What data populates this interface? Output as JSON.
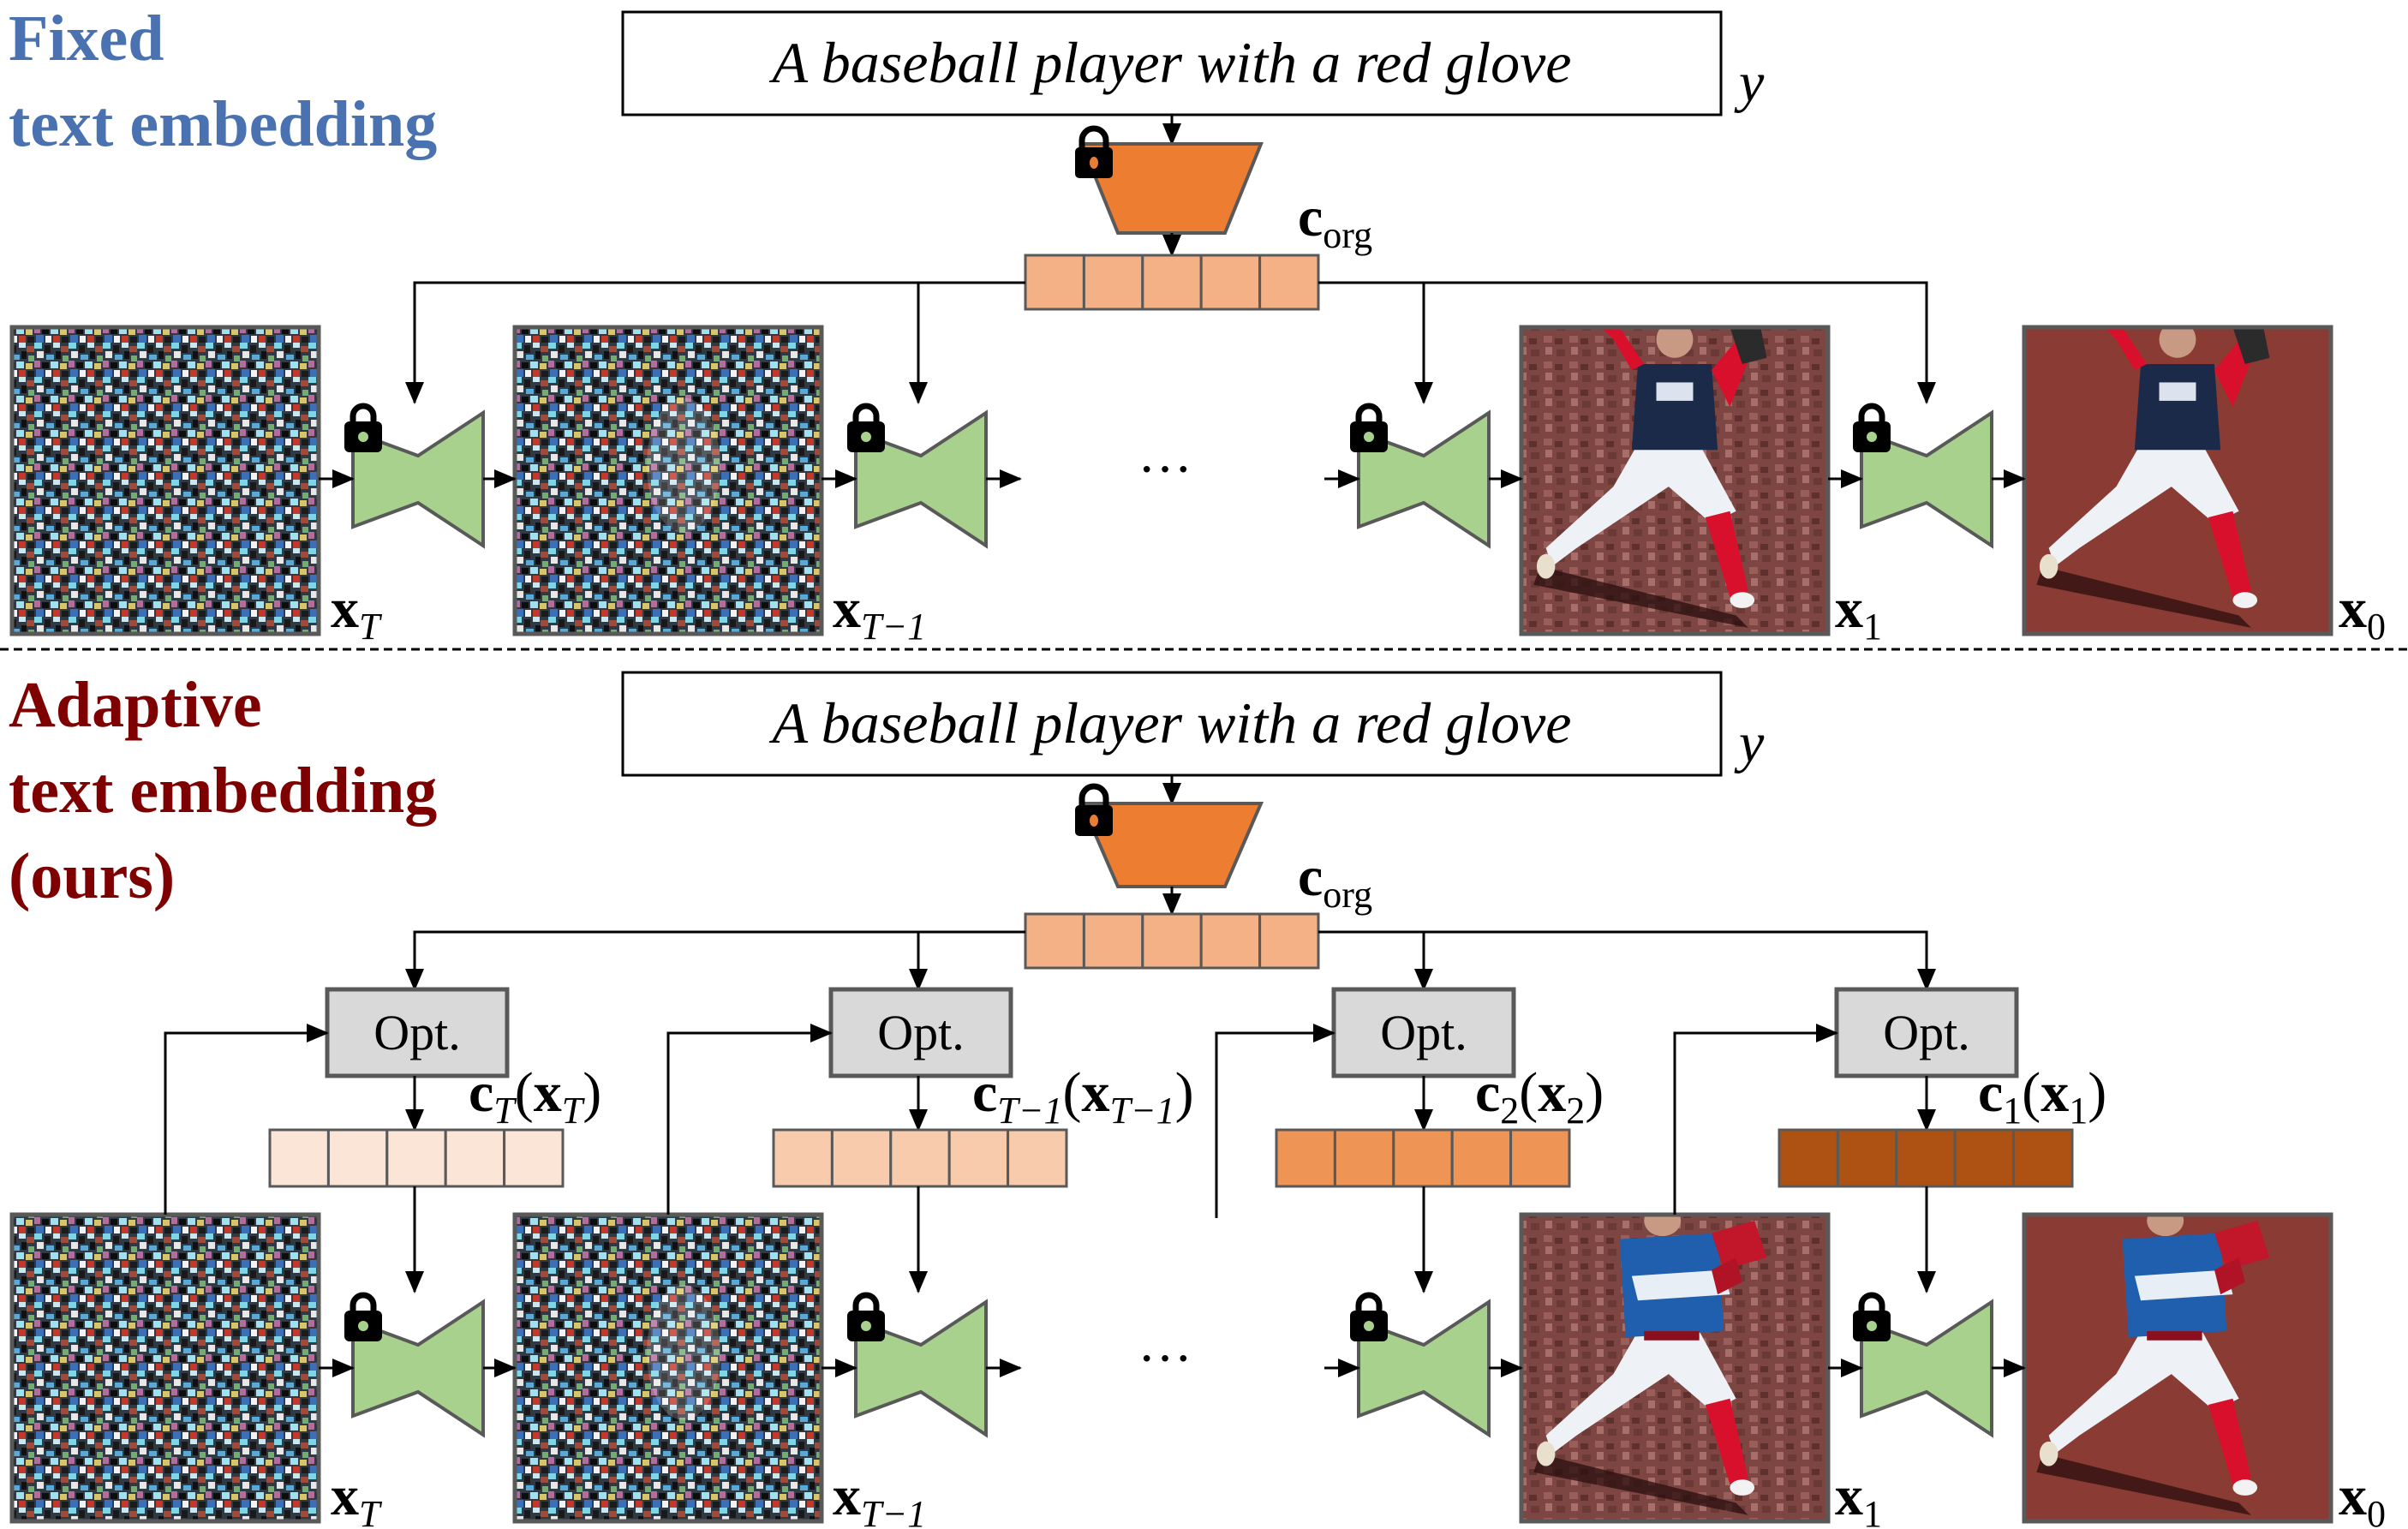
{
  "sections": {
    "fixed": {
      "title_line1": "Fixed",
      "title_line2": "text embedding",
      "color": "#4a72b0"
    },
    "adaptive": {
      "title_line1": "Adaptive",
      "title_line2": "text embedding",
      "title_line3": "(ours)",
      "color": "#7f0000"
    }
  },
  "prompt": {
    "text": "A baseball player with a red glove",
    "symbol": "y"
  },
  "embedding": {
    "symbol_main": "c",
    "symbol_sub": "org",
    "cells": 5,
    "color": "#f3b185"
  },
  "encoder": {
    "color": "#ed7d31",
    "locked": true
  },
  "unet": {
    "color": "#a9d18e",
    "locked": true
  },
  "opt": {
    "label": "Opt.",
    "color": "#d9d9d9"
  },
  "ellipsis": "···",
  "states": [
    {
      "main": "x",
      "sub": "T"
    },
    {
      "main": "x",
      "sub": "T−1"
    },
    {
      "main": "x",
      "sub": "1"
    },
    {
      "main": "x",
      "sub": "0"
    }
  ],
  "adaptive_embeddings": [
    {
      "c_sub": "T",
      "x_sub": "T",
      "color": "#fbe5d6"
    },
    {
      "c_sub": "T−1",
      "x_sub": "T−1",
      "color": "#f8cbad"
    },
    {
      "c_sub": "2",
      "x_sub": "2",
      "color": "#ee9455"
    },
    {
      "c_sub": "1",
      "x_sub": "1",
      "color": "#ae5213"
    }
  ],
  "images": {
    "noise_desc": "pure noise",
    "partial_noise_desc": "noisy",
    "fixed_result_jersey": "#1c2a4a",
    "adaptive_result_jersey": "#1f5fae",
    "field": "#8a3b33",
    "noisy_field": "#7a4a48"
  }
}
